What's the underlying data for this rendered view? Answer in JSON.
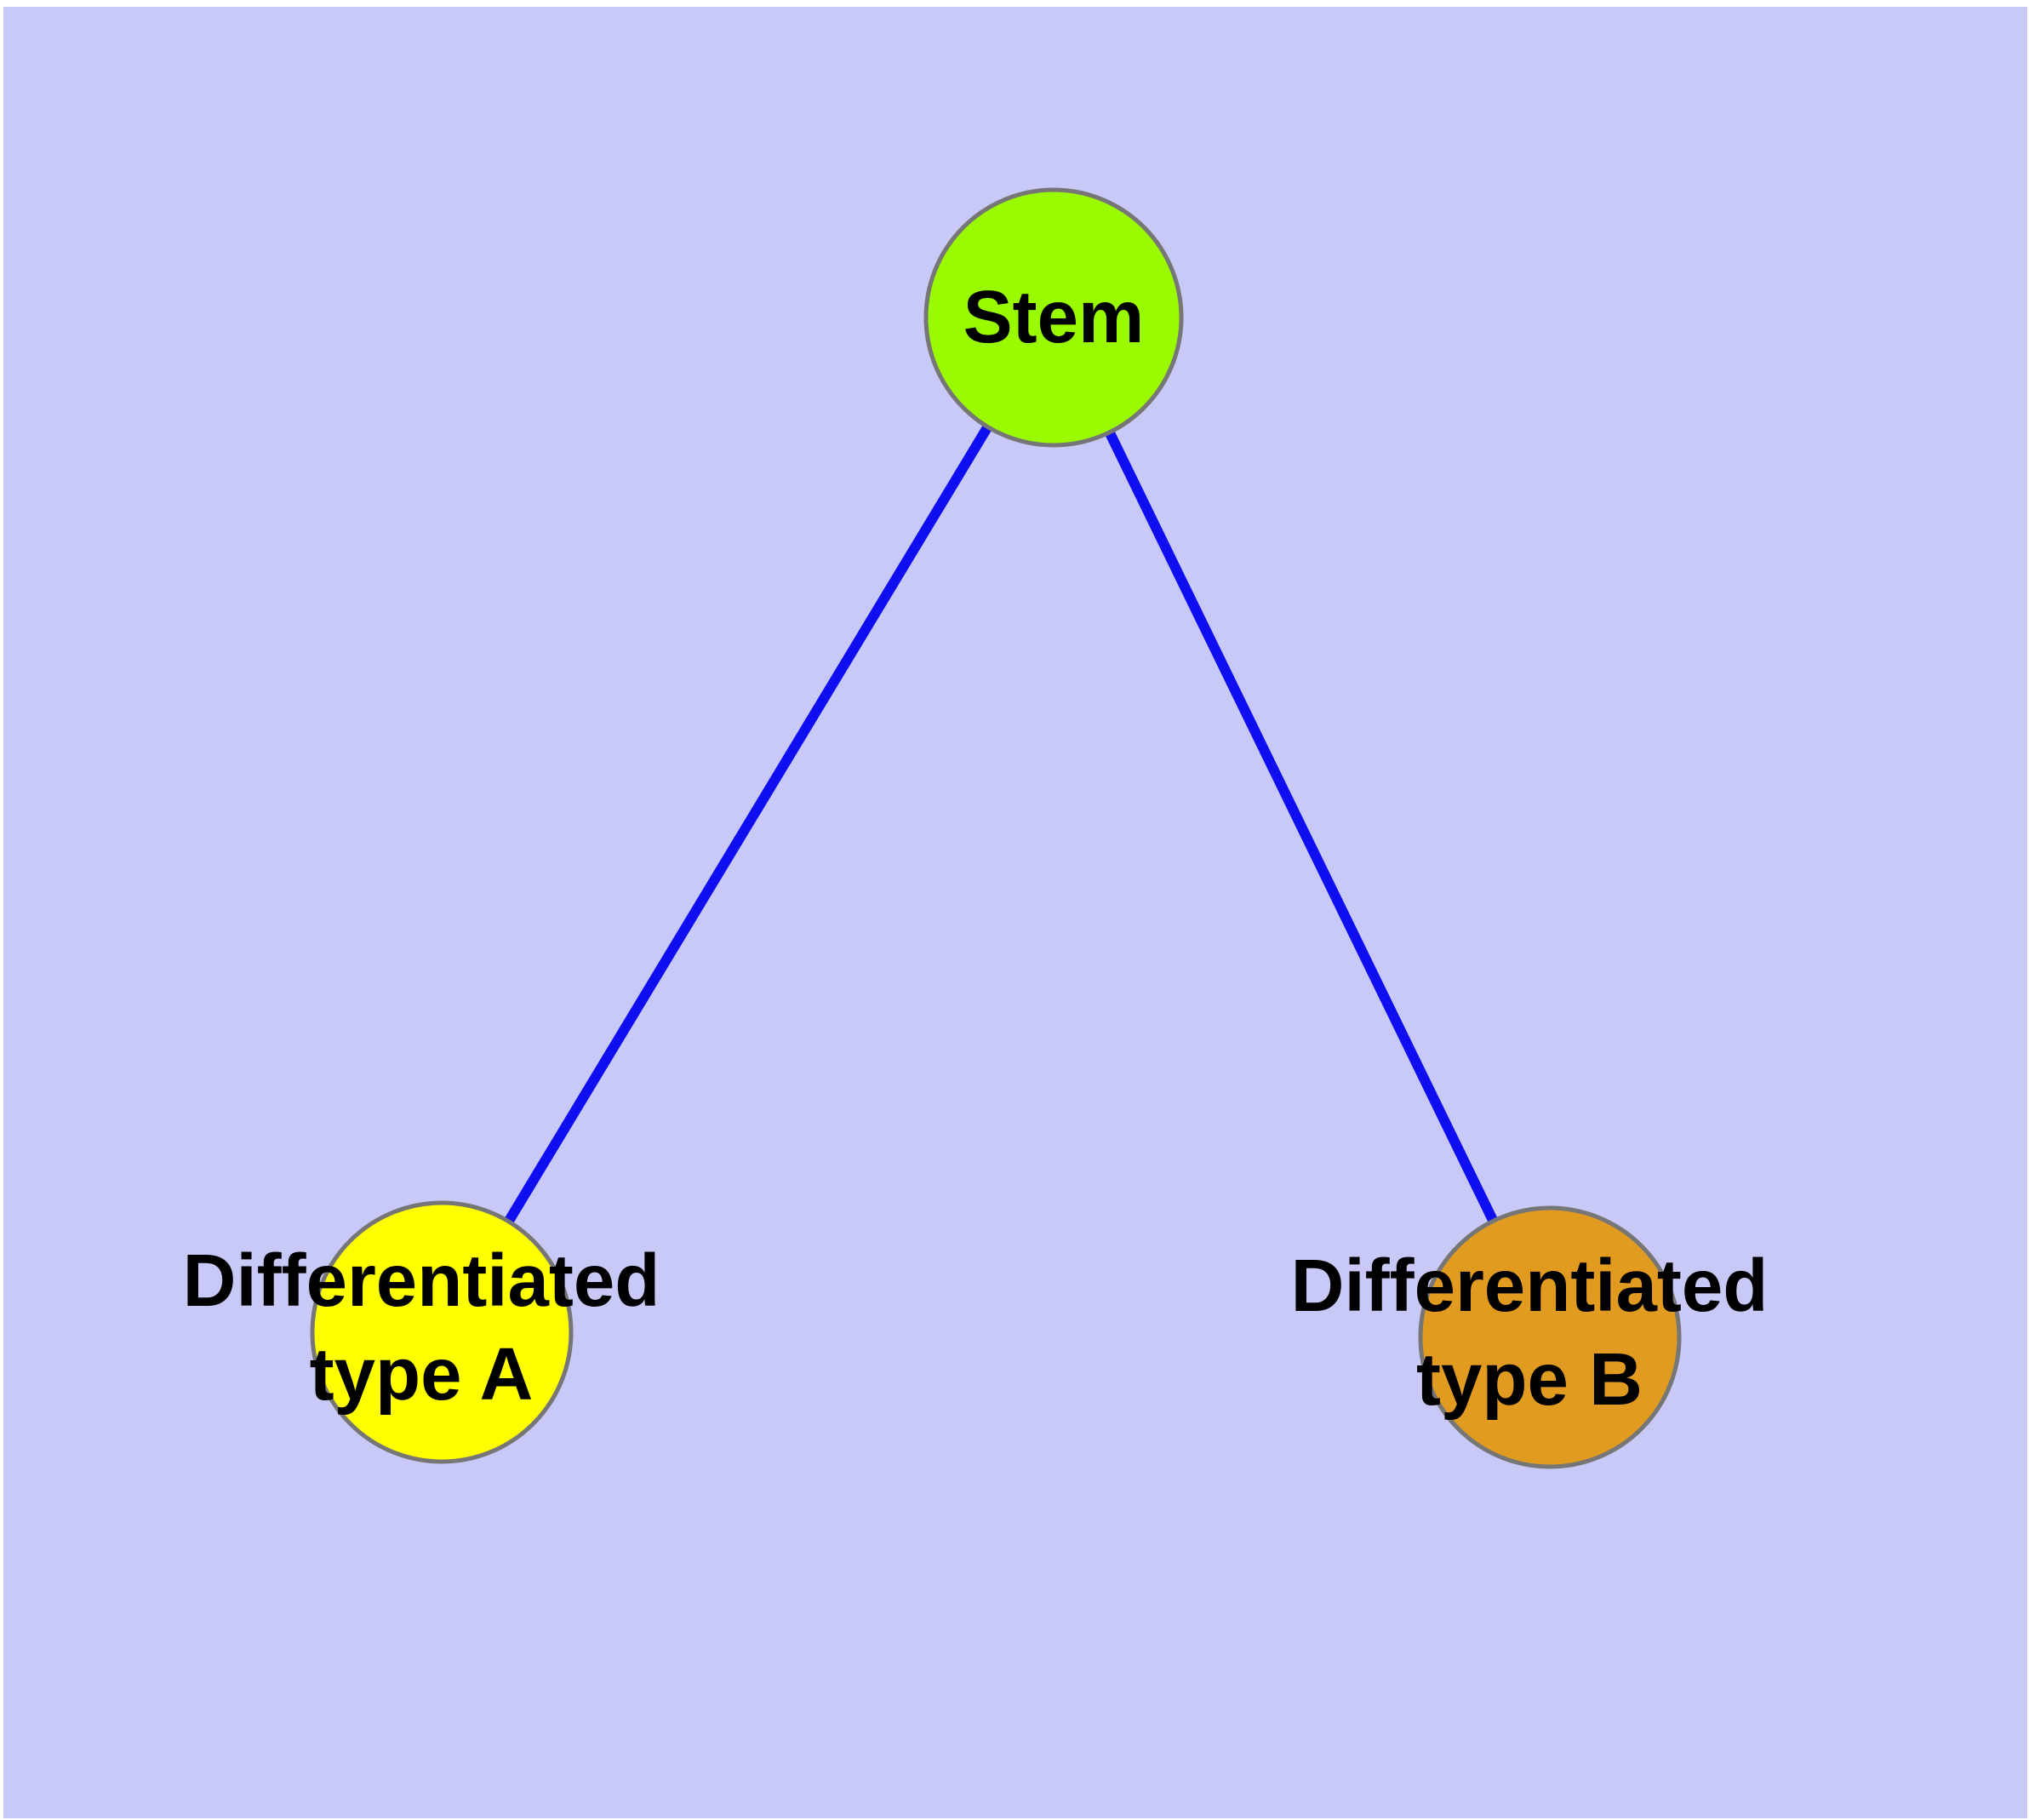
{
  "canvas": {
    "background_color": "#C9C9F8",
    "page_background_color": "#FFFFFF"
  },
  "graph": {
    "type": "node-link-diagram",
    "edge_color": "#0E0EF0",
    "node_border_color": "#767676",
    "text_color": "#000000",
    "nodes": [
      {
        "id": "stem",
        "label": "Stem",
        "label_line1": "Stem",
        "label_line2": "",
        "fill": "#9AFB00"
      },
      {
        "id": "typeA",
        "label": "Differentiated type A",
        "label_line1": "Differentiated",
        "label_line2": "type A",
        "fill": "#FFFF00"
      },
      {
        "id": "typeB",
        "label": "Differentiated type B",
        "label_line1": "Differentiated",
        "label_line2": "type B",
        "fill": "#E19B20"
      }
    ],
    "edges": [
      {
        "from": "Stem",
        "to": "Differentiated type A"
      },
      {
        "from": "Stem",
        "to": "Differentiated type B"
      }
    ]
  }
}
